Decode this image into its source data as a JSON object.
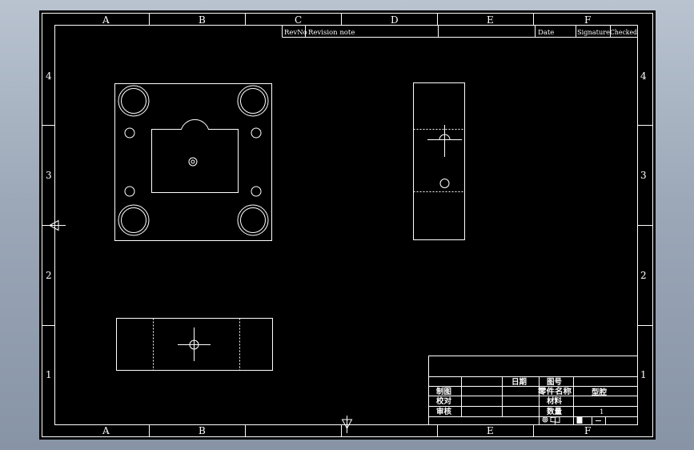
{
  "viewport": {
    "bg_top": "#b9c3d0",
    "bg_bottom": "#8794a6",
    "drawing_bg": "#000000",
    "line_color": "#ffffff"
  },
  "zones": {
    "columns": [
      "A",
      "B",
      "C",
      "D",
      "E",
      "F"
    ],
    "rows": [
      "4",
      "3",
      "2",
      "1"
    ],
    "bottom_visible": [
      "A",
      "B",
      "E",
      "F"
    ]
  },
  "revision_block": {
    "rev_no": "RevNo",
    "revision_note": "Revision note",
    "date": "Date",
    "signature": "Signature",
    "checked": "Checked"
  },
  "title_block": {
    "date_label": "日期",
    "drawing_no_label": "图号",
    "drawn_label": "制图",
    "part_name_label": "零件名称",
    "part_name_value": "型腔",
    "checked_label": "校对",
    "material_label": "材料",
    "approved_label": "审核",
    "quantity_label": "数量",
    "quantity_value": "1"
  },
  "icons": [
    "centering-arrow-icon",
    "projection-symbol-icon",
    "scale-marker-icon"
  ]
}
